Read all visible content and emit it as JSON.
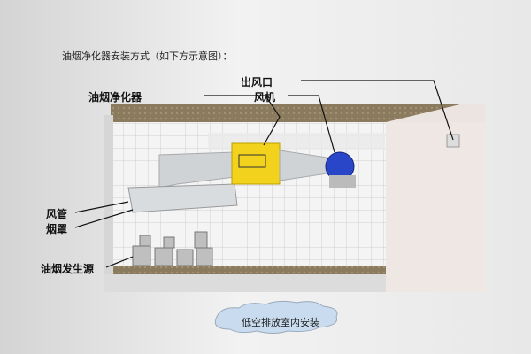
{
  "title": "油烟净化器安装方式（如下方示意图）：",
  "labels": {
    "outlet": "出风口",
    "fan": "风机",
    "purifier": "油烟净化器",
    "duct": "风管",
    "hood": "烟罩",
    "source": "油烟发生源"
  },
  "caption": "低空排放室内安装",
  "colors": {
    "purifier": "#f2d21c",
    "fan": "#2a46c8",
    "ceiling": "#8a7a5c"
  }
}
